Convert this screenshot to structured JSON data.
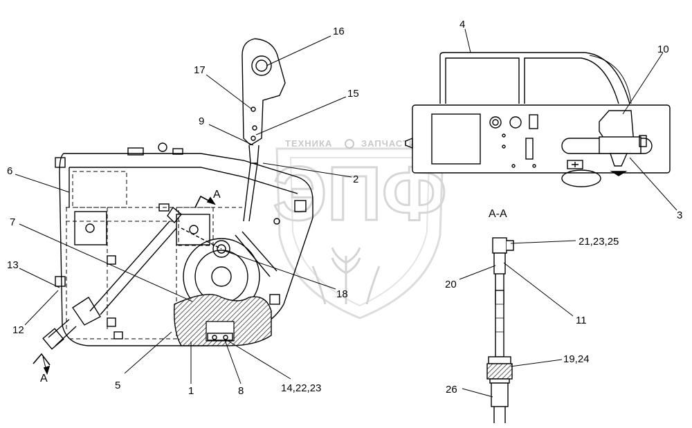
{
  "watermark": {
    "line_left": "ТЕХНИКА",
    "line_right": "ЗАПЧАСТИ",
    "logo": "ЭПФ"
  },
  "section_marks": {
    "upper": "А",
    "lower": "А",
    "view_title": "А-А"
  },
  "callouts": {
    "c1": "1",
    "c2": "2",
    "c3": "3",
    "c4": "4",
    "c5": "5",
    "c6": "6",
    "c7": "7",
    "c8": "8",
    "c9": "9",
    "c10": "10",
    "c11": "11",
    "c12": "12",
    "c13": "13",
    "c14": "14,22,23",
    "c15": "15",
    "c16": "16",
    "c17": "17",
    "c18": "18",
    "c19": "19,24",
    "c20": "20",
    "c21": "21,23,25",
    "c26": "26"
  }
}
